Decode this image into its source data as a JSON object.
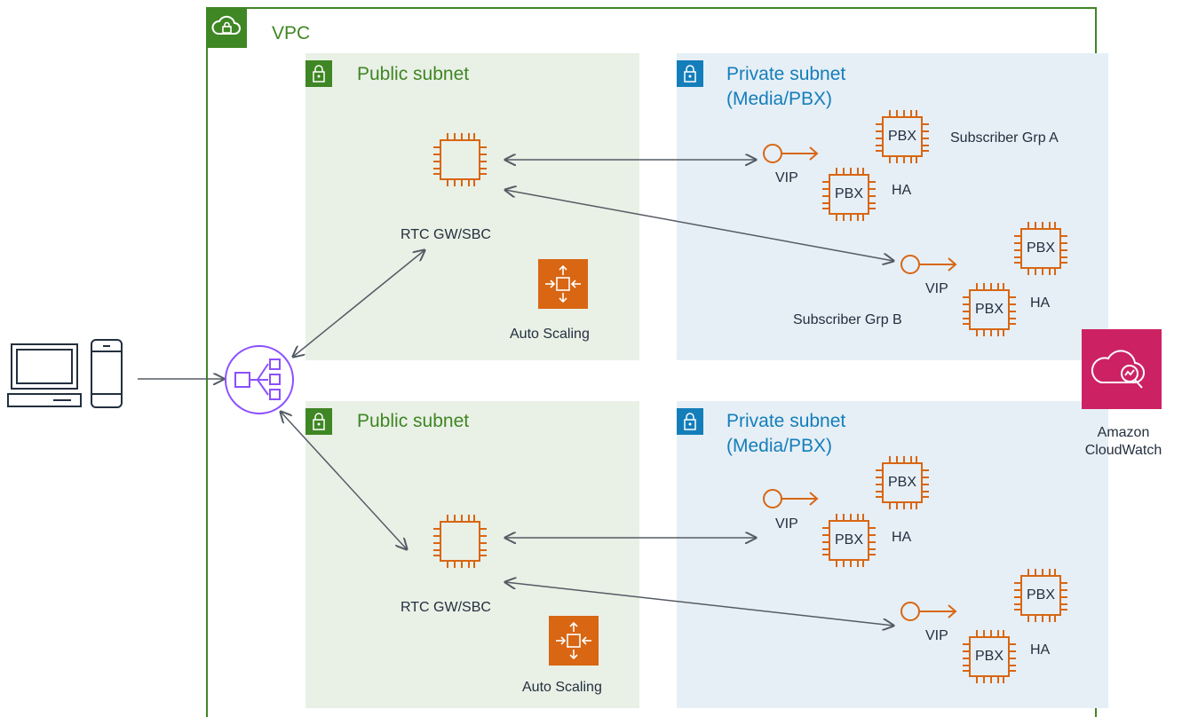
{
  "vpc": {
    "label": "VPC"
  },
  "subnets": {
    "public_label": "Public subnet",
    "private_label": [
      "Private subnet",
      "(Media/PBX)"
    ]
  },
  "gateways": {
    "label": "RTC GW/SBC"
  },
  "auto_scaling": {
    "label": "Auto Scaling"
  },
  "pbx": {
    "label": "PBX",
    "ha_label": "HA",
    "vip_label": "VIP"
  },
  "groups": {
    "a": "Subscriber Grp A",
    "b": "Subscriber Grp B"
  },
  "cloudwatch": {
    "label": [
      "Amazon",
      "CloudWatch"
    ]
  },
  "colors": {
    "vpc_green": "#3F8624",
    "private_blue": "#147EBA",
    "compute_orange": "#D86613",
    "elb_purple": "#8C4FFF",
    "cloudwatch_pink": "#CC2264"
  },
  "icons": {
    "clients": [
      "desktop-icon",
      "mobile-phone-icon"
    ],
    "load_balancer": "elastic-load-balancer-icon",
    "cloudwatch": "cloudwatch-icon"
  }
}
